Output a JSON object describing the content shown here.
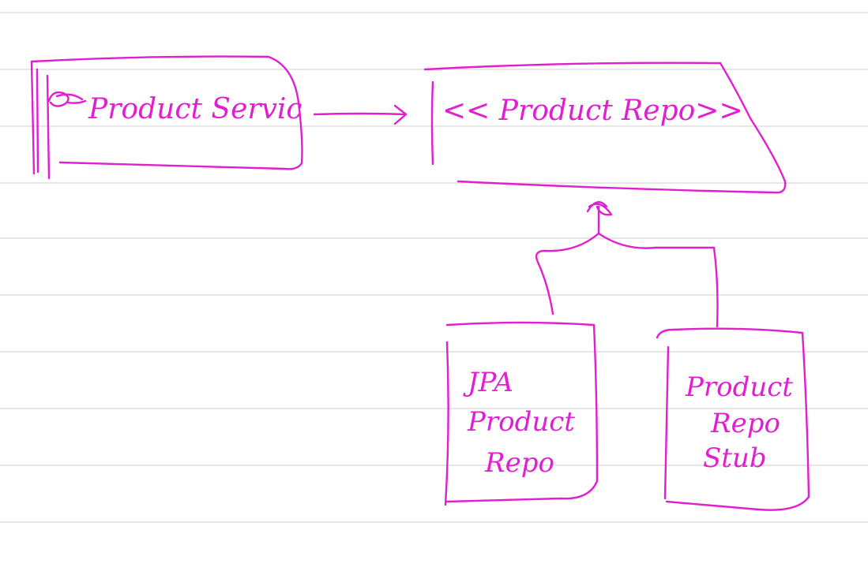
{
  "colors": {
    "paper": "#ffffff",
    "rule_line": "#e6e6e6",
    "ink": "#e11fd0"
  },
  "nodes": {
    "product_service": {
      "label": "Product Servic"
    },
    "product_repo_interface": {
      "label": "<< Product Repo>>"
    },
    "jpa_product_repo": {
      "lines": [
        "JPA",
        "Product",
        "Repo"
      ]
    },
    "product_repo_stub": {
      "lines": [
        "Product",
        "Repo",
        "Stub"
      ]
    }
  },
  "edges": [
    {
      "from": "product_service",
      "to": "product_repo_interface",
      "kind": "dependency-arrow"
    },
    {
      "from": "jpa_product_repo",
      "to": "product_repo_interface",
      "kind": "implements-arrow"
    },
    {
      "from": "product_repo_stub",
      "to": "product_repo_interface",
      "kind": "implements-arrow"
    }
  ]
}
